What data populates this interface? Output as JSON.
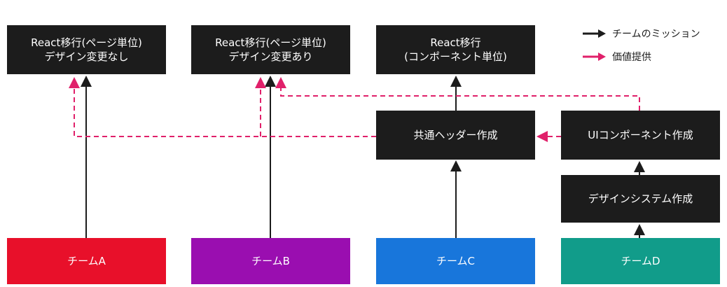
{
  "goals": {
    "a": {
      "line1": "React移行(ページ単位)",
      "line2": "デザイン変更なし"
    },
    "b": {
      "line1": "React移行(ページ単位)",
      "line2": "デザイン変更あり"
    },
    "c": {
      "line1": "React移行",
      "line2": "(コンポーネント単位)"
    }
  },
  "tasks": {
    "header": "共通ヘッダー作成",
    "ui_components": "UIコンポーネント作成",
    "design_system": "デザインシステム作成"
  },
  "teams": [
    {
      "label": "チームA",
      "color": "#e8102a"
    },
    {
      "label": "チームB",
      "color": "#9a0eb0"
    },
    {
      "label": "チームC",
      "color": "#1876db"
    },
    {
      "label": "チームD",
      "color": "#119c8a"
    }
  ],
  "legend": {
    "mission": {
      "label": "チームのミッション",
      "color": "#1c1c1c"
    },
    "value": {
      "label": "価値提供",
      "color": "#e0206a"
    }
  }
}
